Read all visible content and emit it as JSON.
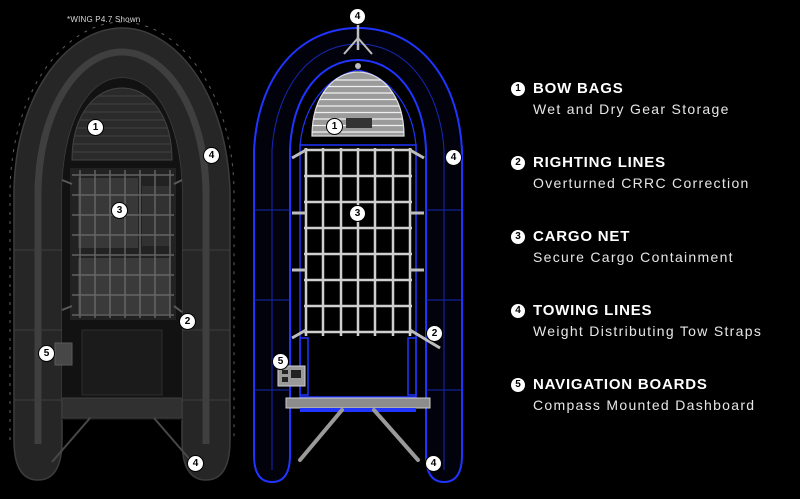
{
  "caption": "*WING P4.7 Shown",
  "photo_callouts": [
    "1",
    "3",
    "4",
    "2",
    "5",
    "4"
  ],
  "diagram_callouts": [
    "4",
    "1",
    "4",
    "3",
    "2",
    "5",
    "4"
  ],
  "features": [
    {
      "number": "1",
      "title": "BOW BAGS",
      "subtitle": "Wet and Dry Gear Storage"
    },
    {
      "number": "2",
      "title": "RIGHTING LINES",
      "subtitle": "Overturned CRRC Correction"
    },
    {
      "number": "3",
      "title": "CARGO NET",
      "subtitle": "Secure Cargo Containment"
    },
    {
      "number": "4",
      "title": "TOWING LINES",
      "subtitle": "Weight Distributing Tow Straps"
    },
    {
      "number": "5",
      "title": "NAVIGATION BOARDS",
      "subtitle": "Compass Mounted Dashboard"
    }
  ],
  "colors": {
    "background": "#000000",
    "diagram_outline": "#1f35ff",
    "callout_fill": "#ffffff",
    "text": "#ffffff"
  }
}
